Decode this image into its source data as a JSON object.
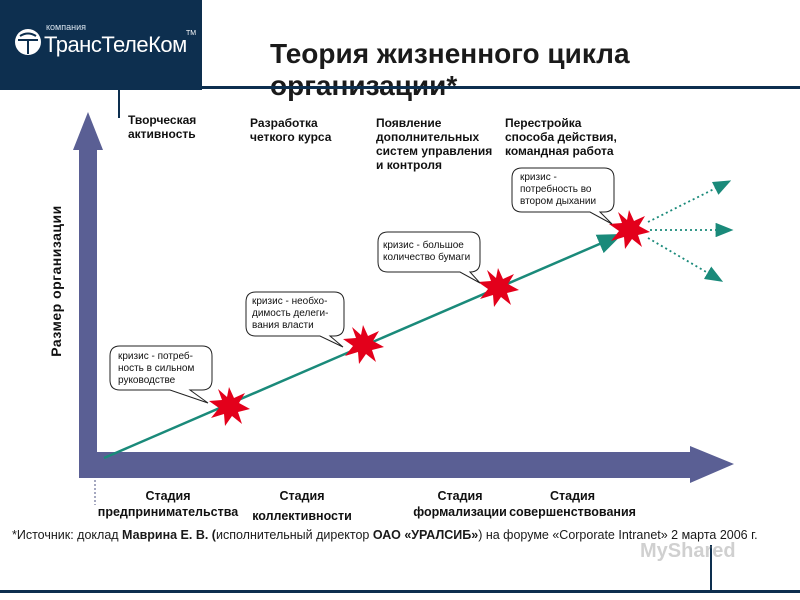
{
  "header": {
    "company_small": "компания",
    "company_name": "ТрансТелеКом",
    "tm": "TM",
    "title_line1": "Теория жизненного цикла",
    "title_line2": "организации*"
  },
  "axes": {
    "y_label": "Размер организации"
  },
  "top_labels": [
    "Творческая\nактивность",
    "Разработка\nчеткого курса",
    "Появление\nдополнительных\nсистем управления\nи контроля",
    "Перестройка\nспособа действия,\nкомандная работа"
  ],
  "stages": [
    "Стадия\nпредпринимательства",
    "Стадия\nколлективности",
    "Стадия\nформализации",
    "Стадия\nсовершенствования"
  ],
  "crises": [
    "кризис - потреб-\nность в сильном\nруководстве",
    "кризис - необхо-\nдимость делеги-\nвания власти",
    "кризис - большое\nколичество бумаги",
    "кризис -\nпотребность во\nвтором дыхании"
  ],
  "source": {
    "prefix": "*Источник: доклад ",
    "author": "Маврина Е. В. (",
    "role": "исполнительный директор ",
    "org": "ОАО «УРАЛСИБ»",
    "suffix": ") на форуме «Corporate Intranet» 2 марта 2006 г."
  },
  "watermark": "MyShared",
  "colors": {
    "axis": "#4b5080",
    "trend": "#1a8a7a",
    "star": "#e3001b",
    "logo_bg": "#0d2f4f"
  }
}
